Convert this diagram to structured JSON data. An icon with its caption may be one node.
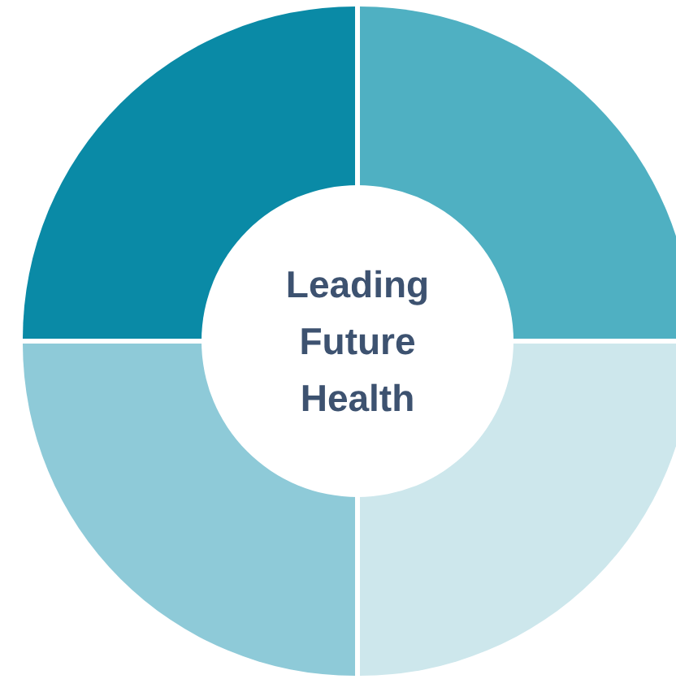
{
  "diagram": {
    "nodes": [
      {
        "text": [],
        "shape": "sector"
      },
      {
        "text": [],
        "shape": "sector"
      },
      {
        "text": [
          "Leading Future Health"
        ]
      },
      {
        "text": [],
        "shape": "sector"
      },
      {
        "text": [],
        "shape": "sector"
      }
    ]
  }
}
